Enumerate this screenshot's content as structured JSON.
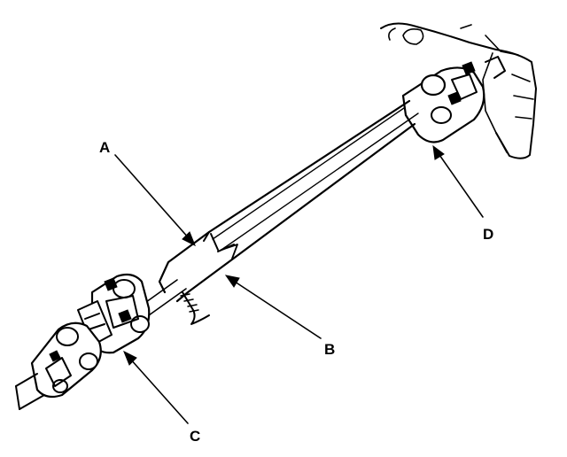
{
  "diagram": {
    "callouts": [
      {
        "id": "A",
        "label": "A"
      },
      {
        "id": "B",
        "label": "B"
      },
      {
        "id": "C",
        "label": "C"
      },
      {
        "id": "D",
        "label": "D"
      }
    ],
    "colors": {
      "ink": "#000000",
      "background": "#ffffff"
    }
  }
}
